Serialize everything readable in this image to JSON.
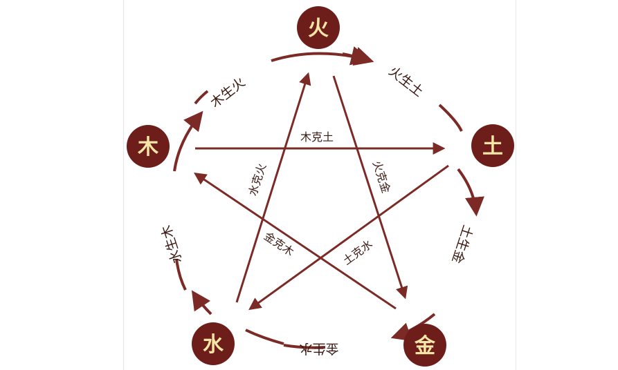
{
  "colors": {
    "node_fill": "#6e1e1a",
    "node_text": "#f5e6a8",
    "arrow": "#7b2a26",
    "label": "#3a1a12"
  },
  "nodes": {
    "fire": "火",
    "earth": "土",
    "metal": "金",
    "water": "水",
    "wood": "木"
  },
  "generating": {
    "wood_fire": "木生火",
    "fire_earth": "火生土",
    "earth_metal": "土生金",
    "metal_water": "金生水",
    "water_wood": "水生木"
  },
  "overcoming": {
    "wood_earth": "木克土",
    "fire_metal": "火克金",
    "earth_water": "土克水",
    "metal_wood": "金克木",
    "water_fire": "水克火"
  }
}
